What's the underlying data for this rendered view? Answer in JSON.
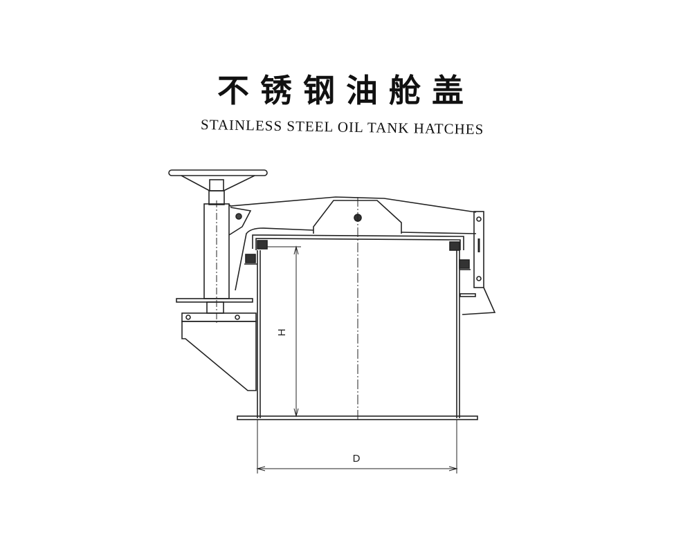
{
  "title_cn": "不锈钢油舱盖",
  "title_en": "STAINLESS STEEL OIL TANK HATCHES",
  "dimensions": {
    "height_label": "H",
    "diameter_label": "D"
  }
}
